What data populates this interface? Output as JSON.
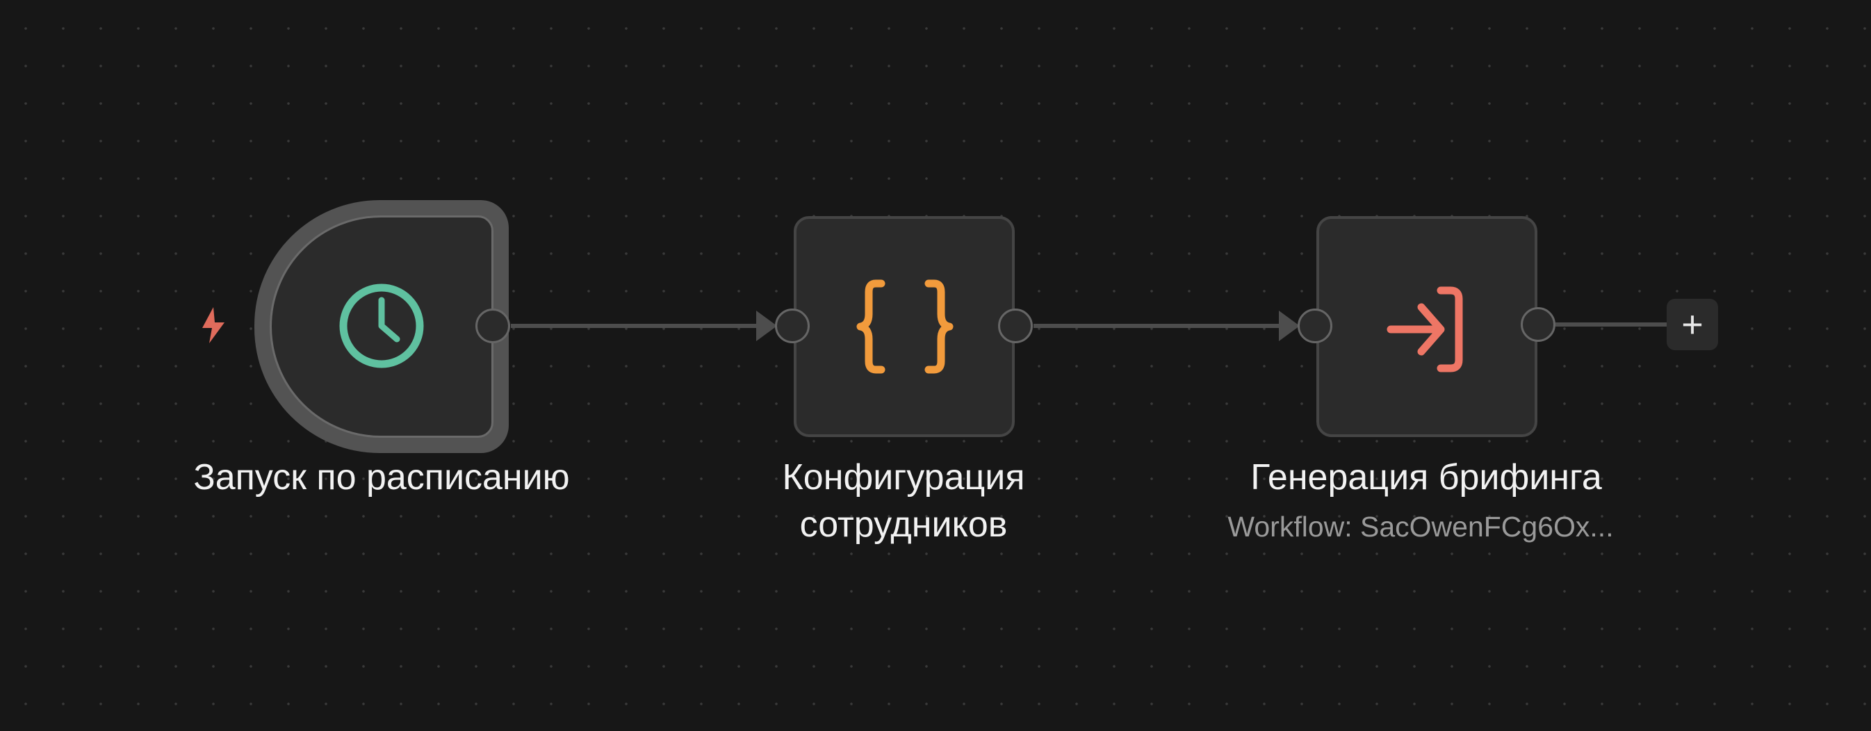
{
  "nodes": [
    {
      "title": "Запуск по расписанию",
      "icon": "clock-icon",
      "color": "#5fc1a0"
    },
    {
      "title_line1": "Конфигурация",
      "title_line2": "сотрудников",
      "icon": "braces-icon",
      "color": "#f29b3c"
    },
    {
      "title": "Генерация брифинга",
      "subtitle": "Workflow: SacOwenFCg6Ox...",
      "icon": "sign-in-icon",
      "color": "#ee7665"
    }
  ],
  "add_button": {
    "label": "+"
  },
  "trigger_color": "#e06c5c"
}
